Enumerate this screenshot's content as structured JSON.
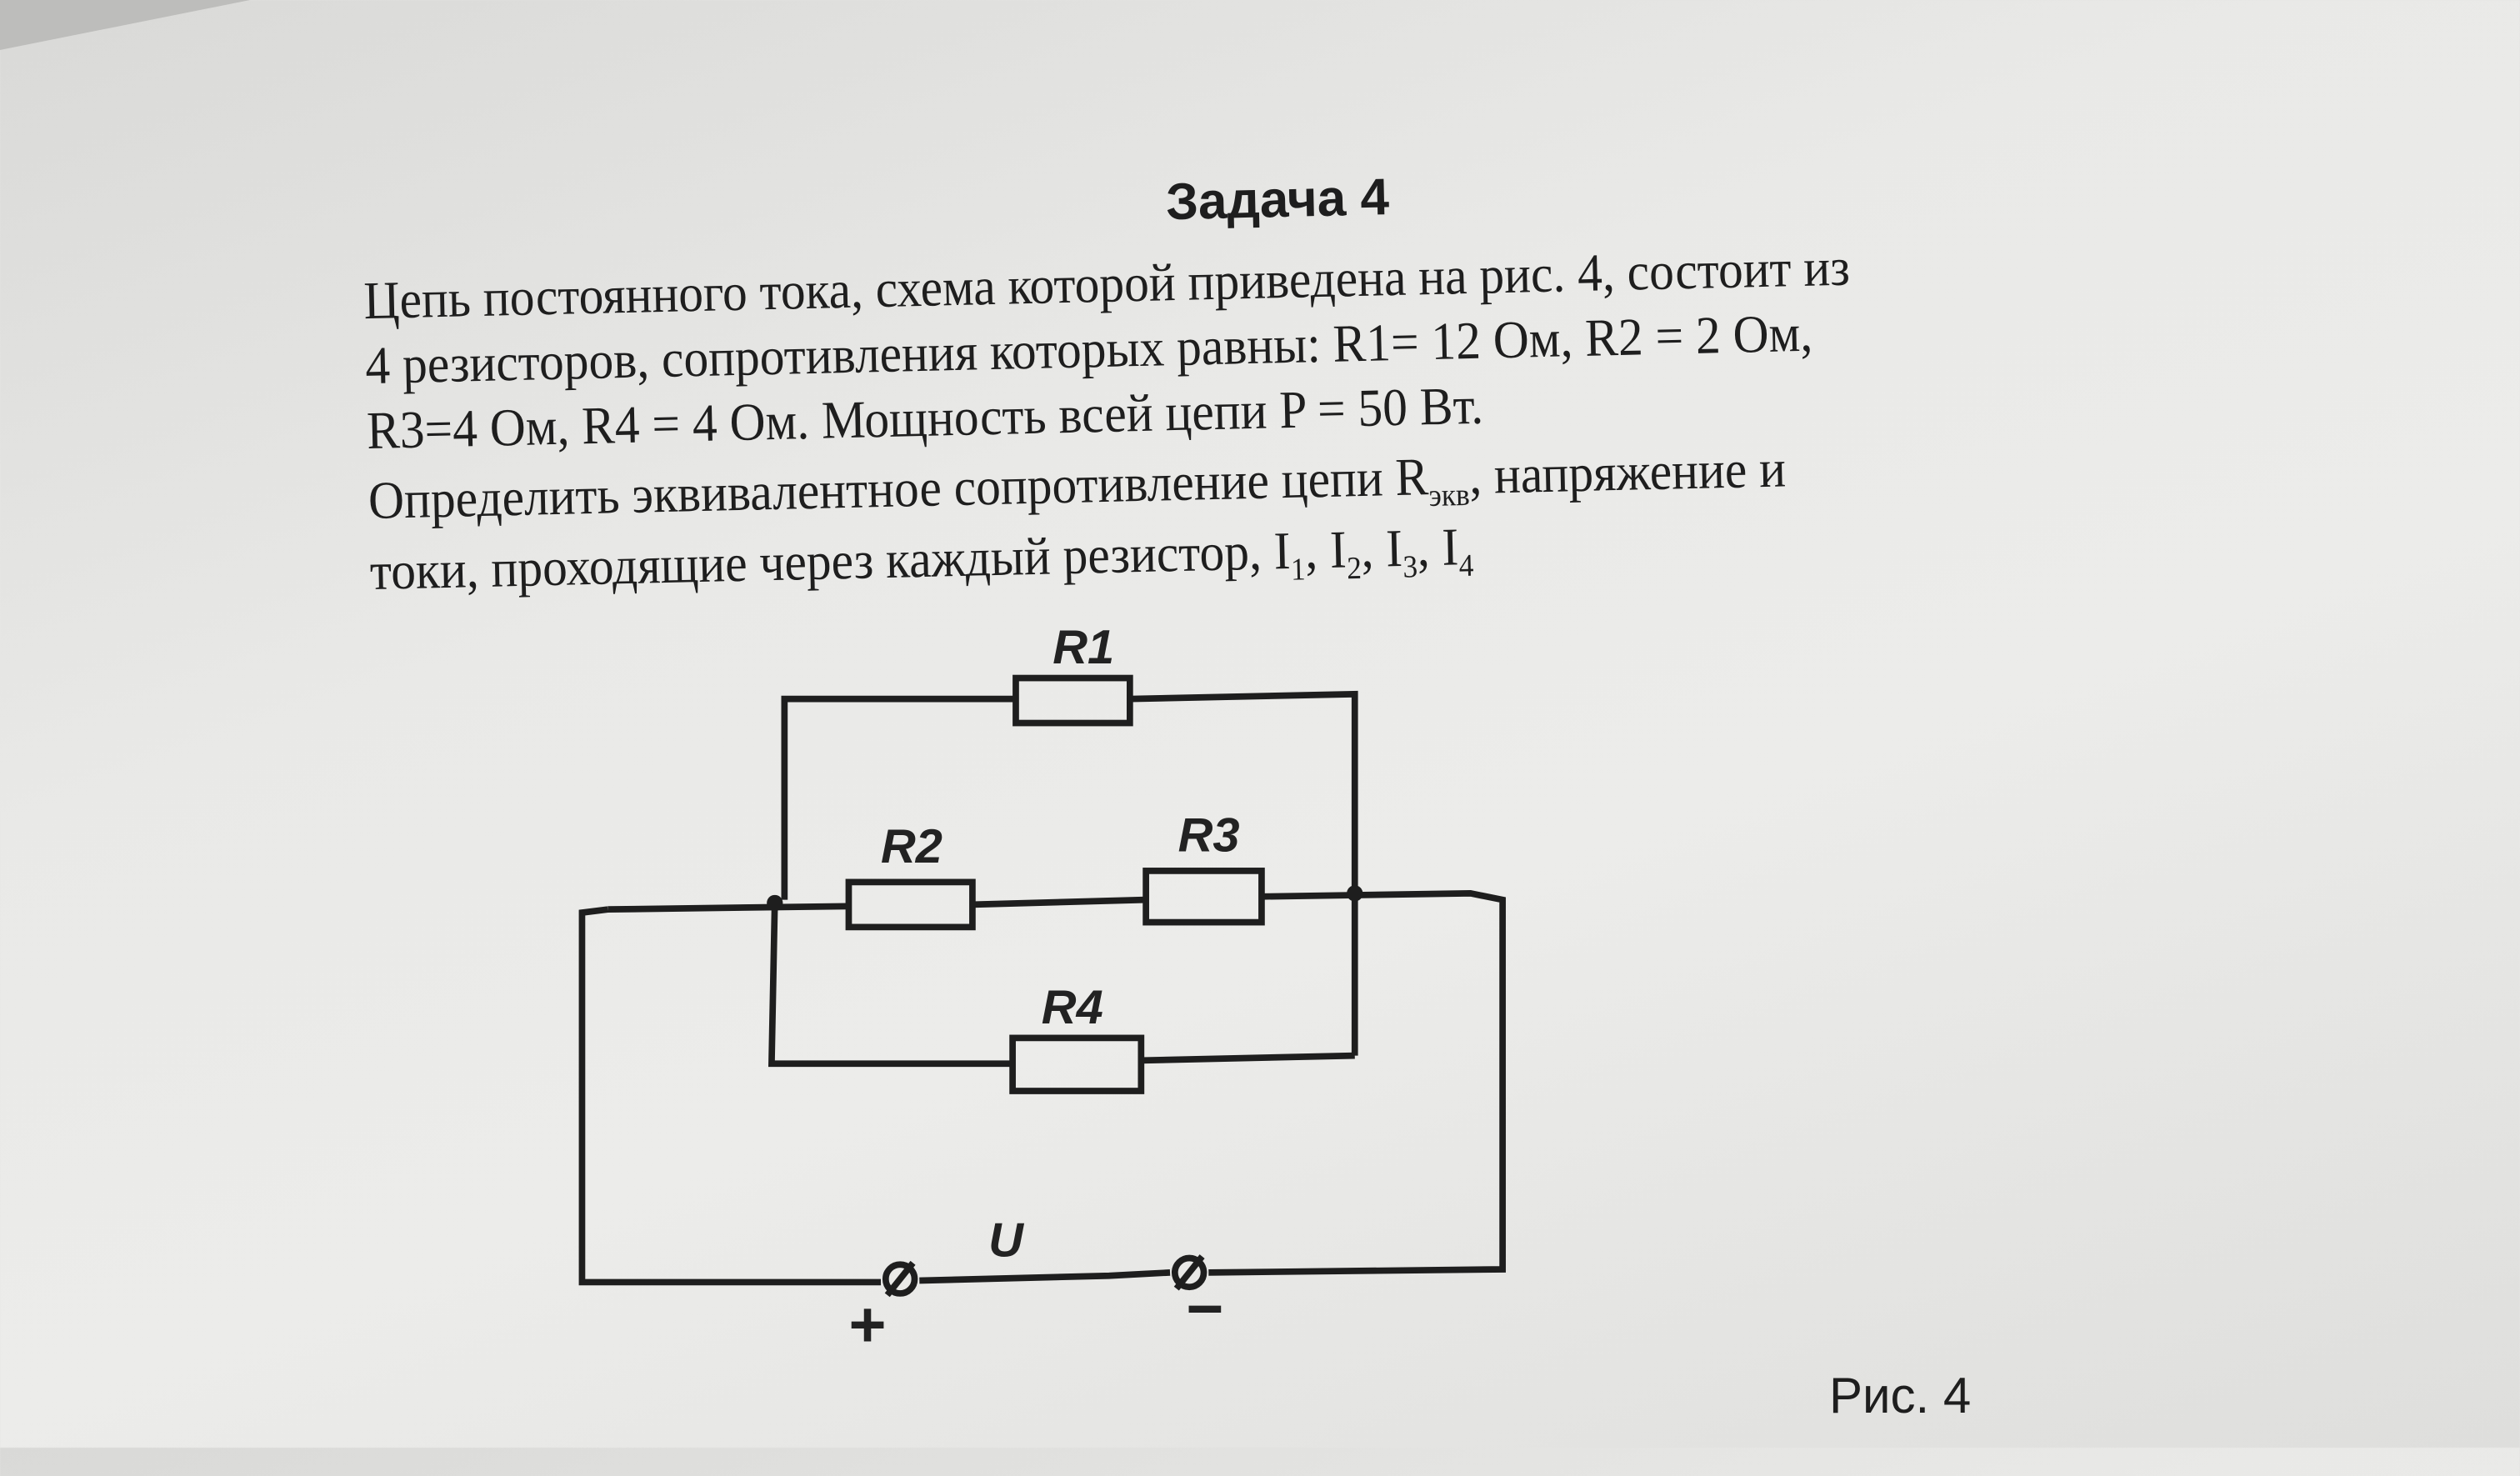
{
  "title": "Задача 4",
  "lines": [
    "Цепь постоянного тока, схема которой приведена на рис. 4, состоит из",
    "4 резисторов, сопротивления которых равны: R1= 12 Ом, R2 = 2 Ом,",
    "R3=4 Ом, R4 = 4 Ом. Мощность всей цепи P = 50 Вт.",
    "Определить эквивалентное сопротивление цепи R",
    "токи, проходящие через каждый резистор, I"
  ],
  "line4_sub": "экв",
  "line4_tail": ", напряжение и",
  "currents": {
    "i1": "1",
    "i2": "2",
    "i3": "3",
    "i4": "4",
    "sep": ", I"
  },
  "circuit": {
    "r1": "R1",
    "r2": "R2",
    "r3": "R3",
    "r4": "R4",
    "voltage": "U",
    "plus": "+",
    "minus": "−"
  },
  "figure_caption": "Рис. 4"
}
